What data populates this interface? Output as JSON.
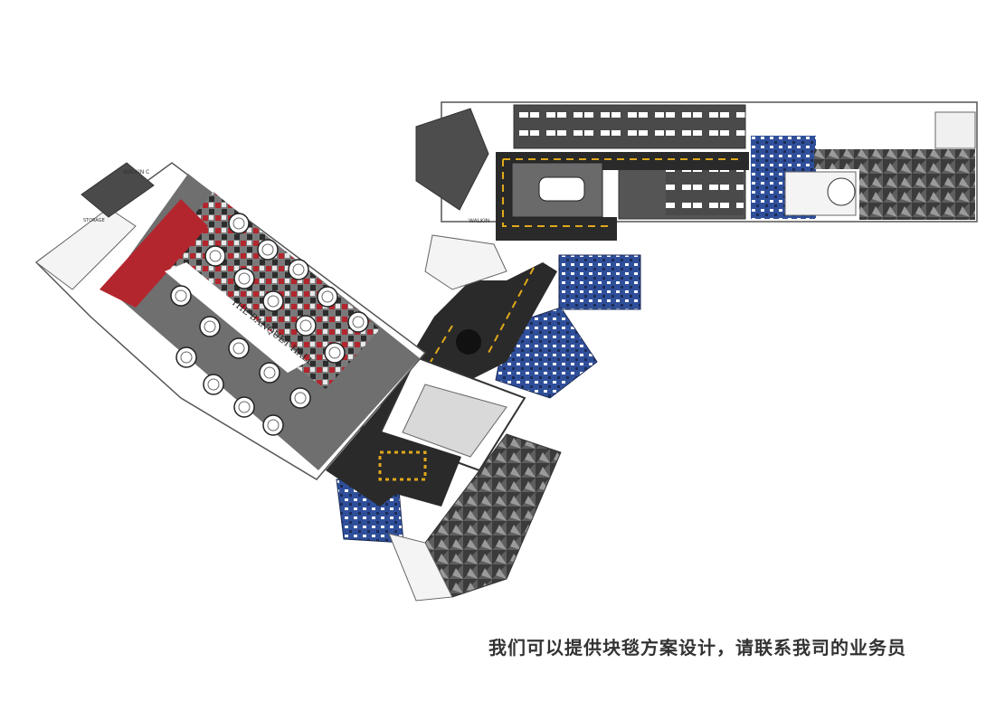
{
  "plan": {
    "hall_label": "THE BANQUET HALL",
    "room_labels": {
      "walkin_left": "WALKIN C",
      "walkin_mid": "WALKIN",
      "storage_left": "STORAGE"
    }
  },
  "caption": "我们可以提供块毯方案设计，请联系我司的业务员",
  "colors": {
    "red": "#b3262e",
    "dark": "#2d2d2d",
    "grey": "#6f6f6f",
    "blue": "#2f4f9a",
    "lightgrey": "#d9d9d9",
    "road_line": "#e0a81b"
  }
}
